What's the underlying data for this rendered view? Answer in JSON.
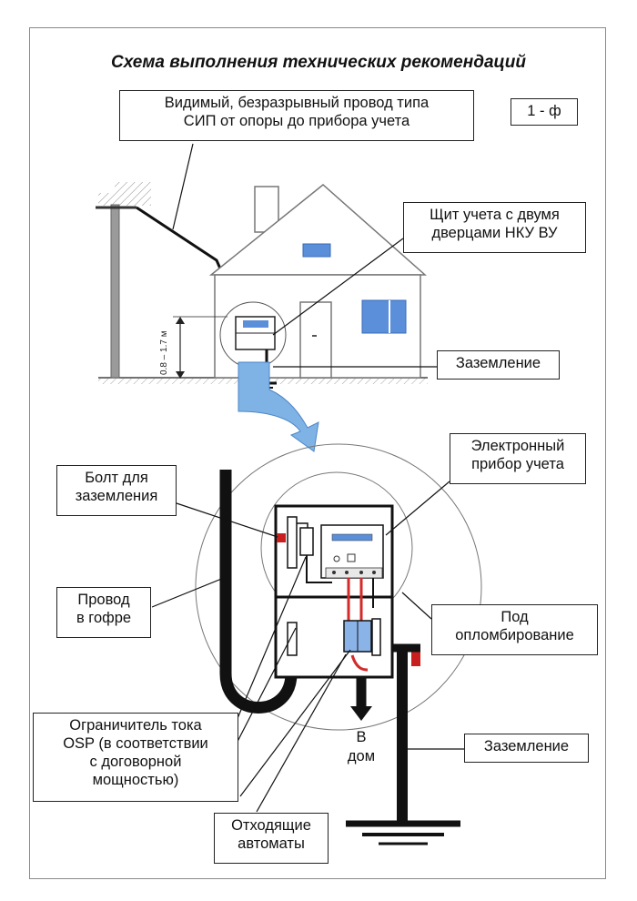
{
  "title": "Схема выполнения технических рекомендаций",
  "phase_badge": "1 - ф",
  "height_mark": "0.8 – 1.7 м",
  "labels": {
    "wire_line1": "Видимый, безразрывный провод типа",
    "wire_line2": "СИП от опоры до прибора учета",
    "panel_line1": "Щит учета с двумя",
    "panel_line2": "дверцами НКУ ВУ",
    "grounding_top": "Заземление",
    "meter_line1": "Электронный",
    "meter_line2": "прибор учета",
    "bolt_line1": "Болт для",
    "bolt_line2": "заземления",
    "corrugated_line1": "Провод",
    "corrugated_line2": "в гофре",
    "seal_line1": "Под",
    "seal_line2": "опломбирование",
    "limiter_line1": "Ограничитель тока",
    "limiter_line2": "OSP (в соответствии",
    "limiter_line3": "с договорной",
    "limiter_line4": "мощностью)",
    "to_house_line1": "В",
    "to_house_line2": "дом",
    "grounding_bottom": "Заземление",
    "outgoing_line1": "Отходящие",
    "outgoing_line2": "автоматы"
  },
  "colors": {
    "window_blue": "#5b8fd9",
    "arrow_blue": "#7fb3e6",
    "wire_red": "#d42a2a",
    "breaker_blue": "#8ab4e8",
    "seal_red": "#c81e1e"
  }
}
